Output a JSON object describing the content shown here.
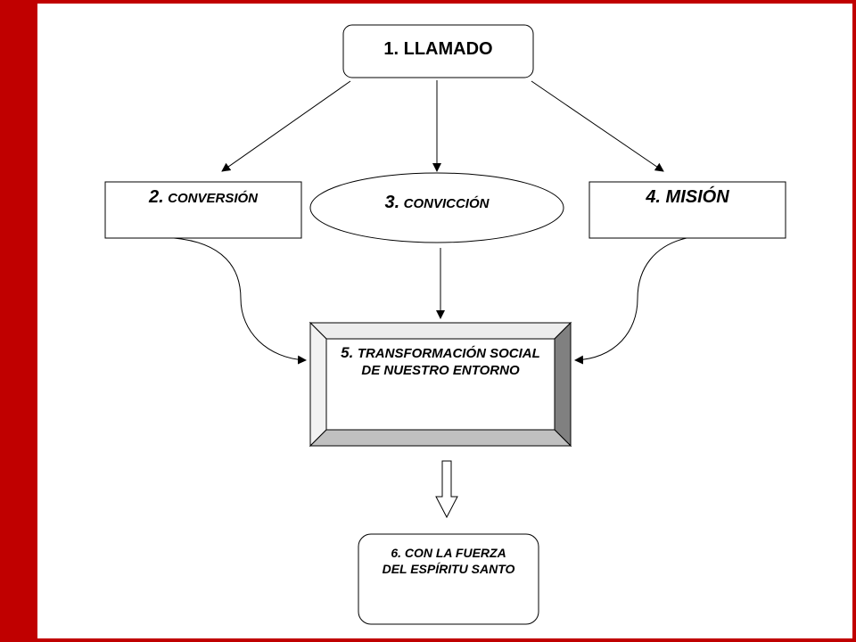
{
  "colors": {
    "frame": "#c00000",
    "background": "#ffffff",
    "stroke": "#000000",
    "bevel_light": "#e8e8e8",
    "bevel_mid": "#c0c0c0",
    "bevel_dark": "#808080"
  },
  "nodes": {
    "n1": {
      "label": "1. LLAMADO"
    },
    "n2": {
      "number": "2.",
      "label": "CONVERSIÓN"
    },
    "n3": {
      "number": "3.",
      "label": "CONVICCIÓN"
    },
    "n4": {
      "label": "4. MISIÓN"
    },
    "n5": {
      "number": "5.",
      "line1": "TRANSFORMACIÓN SOCIAL",
      "line2": "DE NUESTRO ENTORNO"
    },
    "n6": {
      "line1": "6. CON LA FUERZA",
      "line2": "DEL ESPÍRITU SANTO"
    }
  },
  "edges": [
    {
      "from": "n1",
      "to": "n2"
    },
    {
      "from": "n1",
      "to": "n3"
    },
    {
      "from": "n1",
      "to": "n4"
    },
    {
      "from": "n2",
      "to": "n5"
    },
    {
      "from": "n3",
      "to": "n5"
    },
    {
      "from": "n4",
      "to": "n5"
    },
    {
      "from": "n5",
      "to": "n6"
    }
  ]
}
